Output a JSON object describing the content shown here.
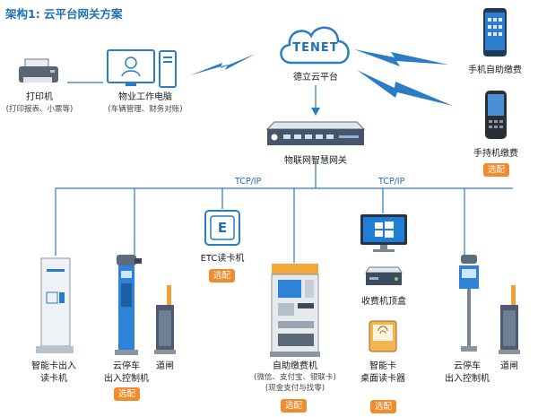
{
  "title": "架构1: 云平台网关方案",
  "cloud": {
    "logo_text": "TENET",
    "label": "德立云平台"
  },
  "gateway": {
    "label": "物联网智慧网关"
  },
  "protocols": {
    "left": "TCP/IP",
    "right": "TCP/IP"
  },
  "printer": {
    "label": "打印机",
    "sub": "(打印报表、小票等)"
  },
  "property_pc": {
    "label": "物业工作电脑",
    "sub": "(车辆管理、财务对账)"
  },
  "mobile_selfpay": {
    "label": "手机自助缴费"
  },
  "handheld": {
    "label": "手持机缴费",
    "badge": "选配"
  },
  "etc_reader": {
    "label": "ETC读卡机",
    "badge": "选配",
    "glyph": "E"
  },
  "card_io_reader": {
    "label_line1": "智能卡出入",
    "label_line2": "读卡机"
  },
  "parking_ctrl_left": {
    "label_line1": "云停车",
    "label_line2": "出入控制机",
    "badge": "选配"
  },
  "barrier_left": {
    "label": "道闸"
  },
  "selfpay_kiosk": {
    "label": "自助缴费机",
    "sub_line1": "(微信、支付宝、银联卡)",
    "sub_line2": "(现金支付与找零)",
    "badge": "选配"
  },
  "fee_box": {
    "label": "收费机顶盒"
  },
  "desk_reader": {
    "label_line1": "智能卡",
    "label_line2": "桌面读卡器",
    "badge": "选配"
  },
  "parking_ctrl_right": {
    "label_line1": "云停车",
    "label_line2": "出入控制机"
  },
  "barrier_right": {
    "label": "道闸"
  },
  "colors": {
    "accent": "#1d6fb6",
    "badge": "#f08c2e",
    "line": "#2a7cc4"
  }
}
